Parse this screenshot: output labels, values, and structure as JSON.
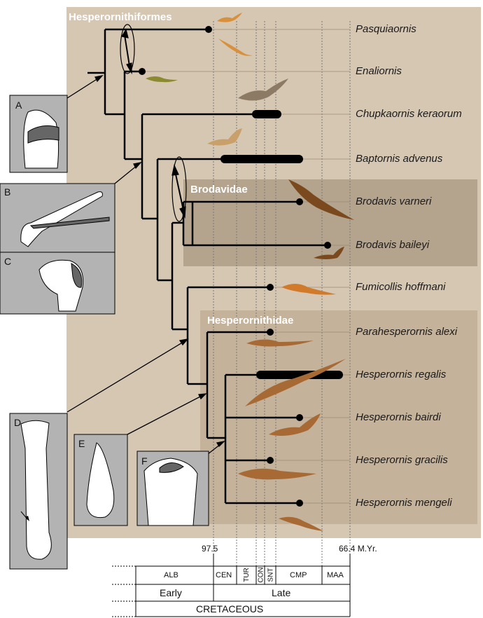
{
  "clades": {
    "hesperornithiformes": "Hesperornithiformes",
    "brodavidae": "Brodavidae",
    "hesperornithidae": "Hesperornithidae"
  },
  "taxa": [
    "Pasquiaornis",
    "Enaliornis",
    "Chupkaornis keraorum",
    "Baptornis advenus",
    "Brodavis varneri",
    "Brodavis baileyi",
    "Fumicollis hoffmani",
    "Parahesperornis alexi",
    "Hesperornis regalis",
    "Hesperornis bairdi",
    "Hesperornis gracilis",
    "Hesperornis mengeli"
  ],
  "panels": [
    "A",
    "B",
    "C",
    "D",
    "E",
    "F"
  ],
  "timescale": {
    "tick_left": "97.5",
    "tick_right": "66.4 M.Yr.",
    "stages": [
      "ALB",
      "CEN",
      "TUR",
      "CON",
      "SNT",
      "CMP",
      "MAA"
    ],
    "epochs": [
      "Early",
      "Late"
    ],
    "period": "CRETACEOUS"
  },
  "colors": {
    "background_panel": "#d6c7b3",
    "brodavidae_box": "#b5a48d",
    "hesperornithidae_box": "#c4b29a",
    "branch": "#000000",
    "inset_bg": "#b3b3b3"
  }
}
